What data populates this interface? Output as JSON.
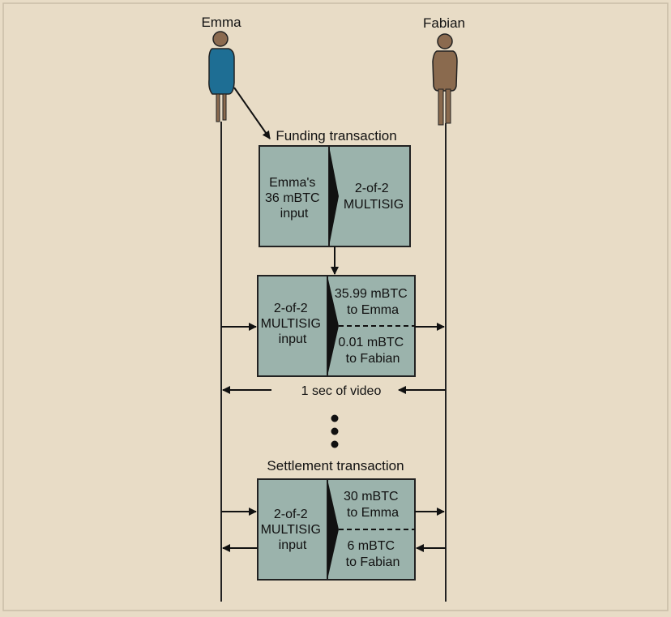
{
  "colors": {
    "background": "#e8dcc6",
    "frame": "#c9bda7",
    "box_fill": "#9bb3ac",
    "emma_body": "#1e6e94",
    "fabian_body": "#8a6a4e",
    "skin": "#8b6a4f",
    "line": "#222222"
  },
  "participants": {
    "emma": "Emma",
    "fabian": "Fabian"
  },
  "funding": {
    "title": "Funding transaction",
    "input": [
      "Emma's",
      "36 mBTC",
      "input"
    ],
    "output": [
      "2-of-2",
      "MULTISIG"
    ]
  },
  "commitment": {
    "input": [
      "2-of-2",
      "MULTISIG",
      "input"
    ],
    "output_emma": [
      "35.99 mBTC",
      "to Emma"
    ],
    "output_fabian": [
      "0.01 mBTC",
      "to Fabian"
    ]
  },
  "video_label": "1 sec of video",
  "ellipsis_icon": "vertical-ellipsis",
  "settlement": {
    "title": "Settlement transaction",
    "input": [
      "2-of-2",
      "MULTISIG",
      "input"
    ],
    "output_emma": [
      "30 mBTC",
      "to Emma"
    ],
    "output_fabian": [
      "6 mBTC",
      "to Fabian"
    ]
  }
}
